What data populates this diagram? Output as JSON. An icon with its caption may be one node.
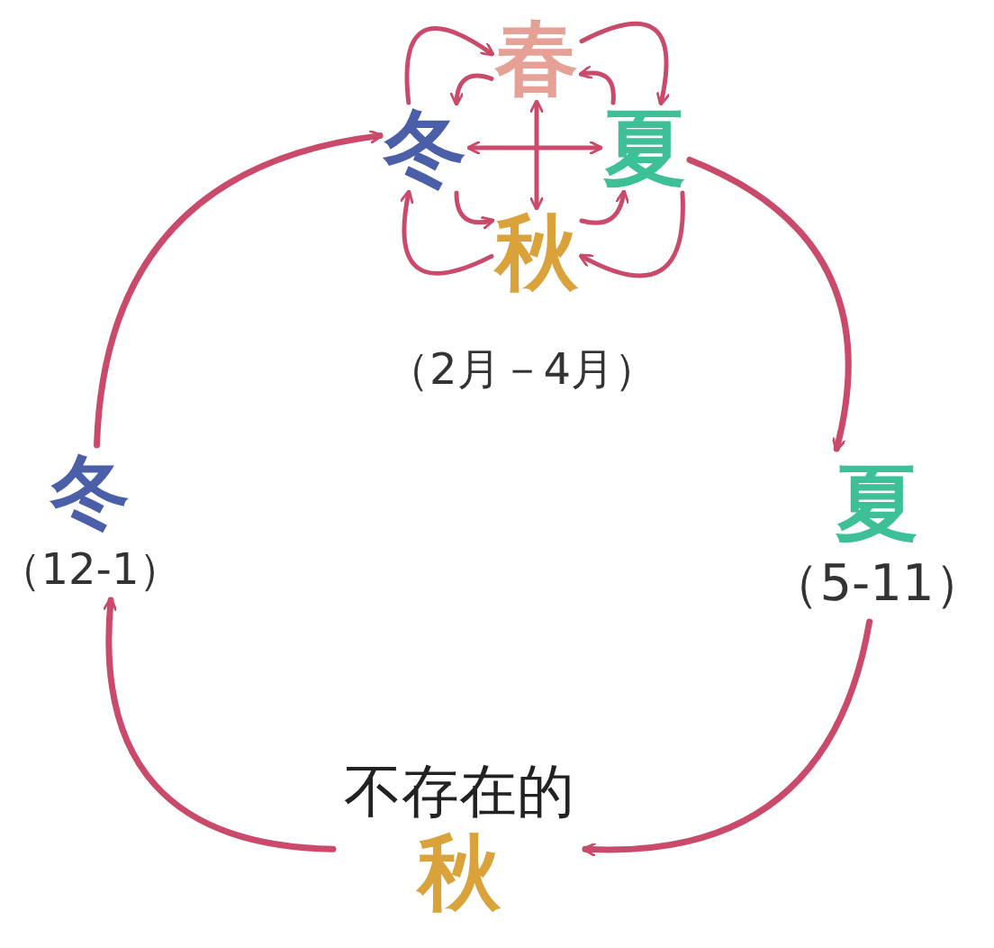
{
  "diagram": {
    "nodes": [
      {
        "text": [
          "春"
        ]
      },
      {
        "text": [
          "冬"
        ]
      },
      {
        "text": [
          "夏"
        ]
      },
      {
        "text": [
          "秋"
        ]
      },
      {
        "text": [
          "夏"
        ],
        "beside": [
          "（5-11）"
        ]
      },
      {
        "text": [
          "不存在的",
          "秋"
        ]
      },
      {
        "text": [
          "冬"
        ],
        "beside": [
          "（12-1）"
        ]
      }
    ],
    "edges": [
      {
        "from": 2,
        "to": 4,
        "arrow": "to"
      },
      {
        "from": 4,
        "to": 5,
        "arrow": "to"
      },
      {
        "from": 5,
        "to": 6,
        "arrow": "to"
      },
      {
        "from": 6,
        "to": 1,
        "arrow": "to"
      },
      {
        "from": 0,
        "to": 2,
        "arrow": "to"
      },
      {
        "from": 2,
        "to": 0,
        "arrow": "to"
      },
      {
        "from": 2,
        "to": 3,
        "arrow": "to"
      },
      {
        "from": 3,
        "to": 2,
        "arrow": "to"
      },
      {
        "from": 3,
        "to": 1,
        "arrow": "to"
      },
      {
        "from": 1,
        "to": 3,
        "arrow": "to"
      },
      {
        "from": 1,
        "to": 0,
        "arrow": "to"
      },
      {
        "from": 0,
        "to": 1,
        "arrow": "to"
      },
      {
        "from": 1,
        "to": 2,
        "arrow": "both"
      },
      {
        "from": 3,
        "to": 0,
        "arrow": "both"
      }
    ],
    "labels": [
      "（2月－4月）"
    ]
  }
}
